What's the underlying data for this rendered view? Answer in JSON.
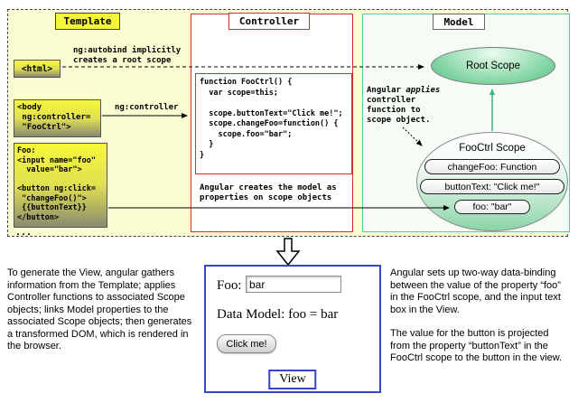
{
  "colors": {
    "template_yellow": "#F5F53E",
    "controller_red": "#CC3333",
    "model_teal": "#55C8B8",
    "scope_green": "#57BD85",
    "view_blue": "#3845C8"
  },
  "template": {
    "label": "Template",
    "autobind_note": "ng:autobind implicitly\ncreates a root scope",
    "html_box": "<html>",
    "body_box": "<body\n ng:controller=\n \"FooCtrl\">",
    "ng_controller_label": "ng:controller",
    "markup_code": "Foo:\n<input name=\"foo\"\n  value=\"bar\">\n\n<button ng:click=\n \"changeFoo()\">\n {{buttonText}}\n</button>",
    "ellipsis": "..."
  },
  "controller": {
    "label": "Controller",
    "code": "function FooCtrl() {\n  var scope=this;\n\n  scope.buttonText=\"Click me!\";\n  scope.changeFoo=function() {\n    scope.foo=\"bar\";\n  }\n}",
    "creates_model_note": "Angular creates the model as\nproperties on scope objects"
  },
  "model": {
    "label": "Model",
    "root_scope": "Root Scope",
    "applies_note": {
      "pre": "Angular ",
      "italic": "applies",
      "post": "\ncontroller\nfunction to\nscope object."
    },
    "fooctrl_scope": "FooCtrl Scope",
    "properties": [
      "changeFoo: Function",
      "buttonText: \"Click me!\"",
      "foo: \"bar\""
    ]
  },
  "bottom": {
    "left_note": "To generate the View, angular gathers information from the Template; applies Controller functions to associated Scope objects; links Model properties to the associated Scope objects; then generates a transformed DOM, which is rendered in the browser.",
    "view": {
      "label": "View",
      "foo_label": "Foo:",
      "input_value": "bar",
      "data_model_text": "Data Model: foo = bar",
      "button_label": "Click me!"
    },
    "right_note_1": "Angular sets up two-way data-binding between the value of the property “foo” in the FooCtrl scope, and the input text box in the View.",
    "right_note_2": "The value for the button is projected from the property “buttonText” in the FooCtrl scope to the button in the view."
  }
}
